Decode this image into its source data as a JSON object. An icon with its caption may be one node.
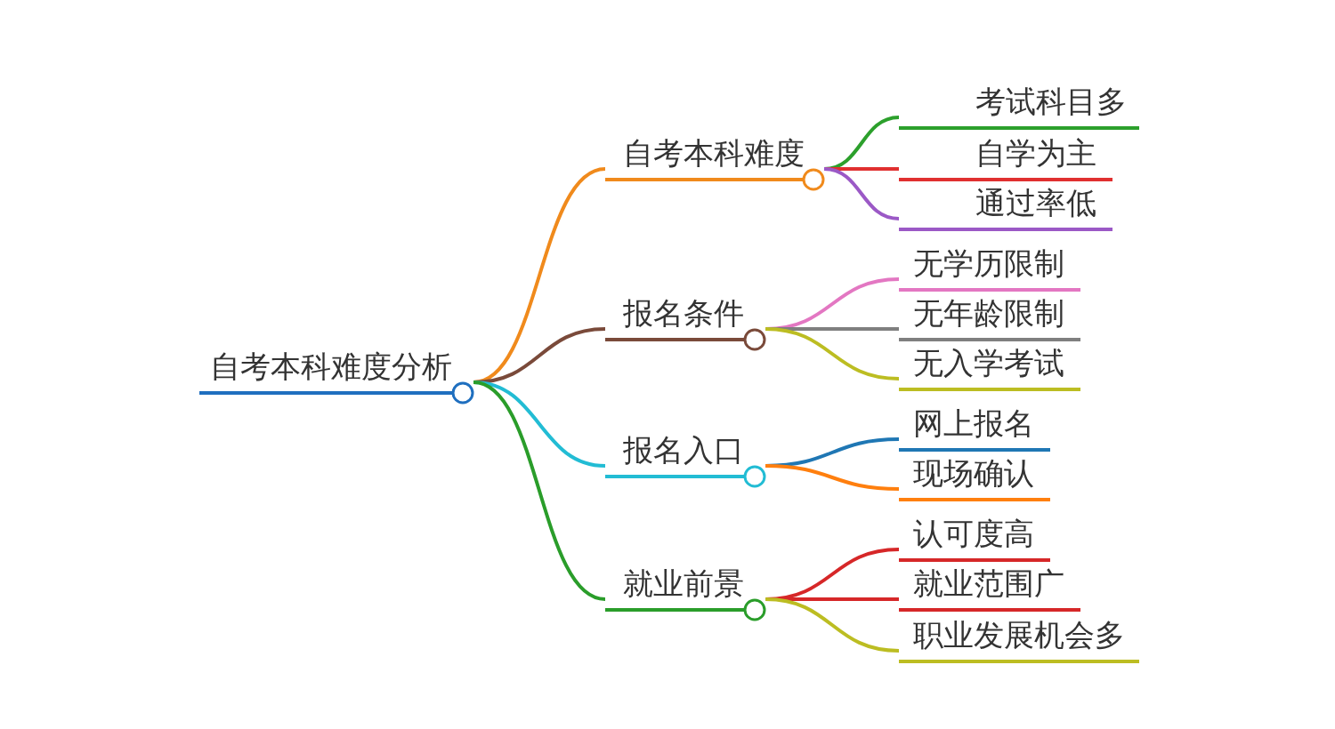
{
  "diagram": {
    "nodes": [
      {
        "text": [
          "自考本科难度分析"
        ]
      },
      {
        "text": [
          "自考本科难度"
        ]
      },
      {
        "text": [
          "报名条件"
        ]
      },
      {
        "text": [
          "报名入口"
        ]
      },
      {
        "text": [
          "就业前景"
        ]
      },
      {
        "text": [
          "考试科目多"
        ]
      },
      {
        "text": [
          "自学为主"
        ]
      },
      {
        "text": [
          "通过率低"
        ]
      },
      {
        "text": [
          "无学历限制"
        ]
      },
      {
        "text": [
          "无年龄限制"
        ]
      },
      {
        "text": [
          "无入学考试"
        ]
      },
      {
        "text": [
          "网上报名"
        ]
      },
      {
        "text": [
          "现场确认"
        ]
      },
      {
        "text": [
          "认可度高"
        ]
      },
      {
        "text": [
          "就业范围广"
        ]
      },
      {
        "text": [
          "职业发展机会多"
        ]
      }
    ],
    "edges": [
      {
        "from": 0,
        "to": 1,
        "arrow": "none",
        "color": "#f08a1c"
      },
      {
        "from": 0,
        "to": 2,
        "arrow": "none",
        "color": "#7a4a3a"
      },
      {
        "from": 0,
        "to": 3,
        "arrow": "none",
        "color": "#22bcd4"
      },
      {
        "from": 0,
        "to": 4,
        "arrow": "none",
        "color": "#2a9d2a"
      },
      {
        "from": 1,
        "to": 5,
        "arrow": "none",
        "color": "#2ca02c"
      },
      {
        "from": 1,
        "to": 6,
        "arrow": "none",
        "color": "#e03030"
      },
      {
        "from": 1,
        "to": 7,
        "arrow": "none",
        "color": "#9b59c6"
      },
      {
        "from": 2,
        "to": 8,
        "arrow": "none",
        "color": "#e377c2"
      },
      {
        "from": 2,
        "to": 9,
        "arrow": "none",
        "color": "#7f7f7f"
      },
      {
        "from": 2,
        "to": 10,
        "arrow": "none",
        "color": "#bcbd22"
      },
      {
        "from": 3,
        "to": 11,
        "arrow": "none",
        "color": "#1f77b4"
      },
      {
        "from": 3,
        "to": 12,
        "arrow": "none",
        "color": "#ff7f0e"
      },
      {
        "from": 4,
        "to": 13,
        "arrow": "none",
        "color": "#d62728"
      },
      {
        "from": 4,
        "to": 14,
        "arrow": "none",
        "color": "#d62728"
      },
      {
        "from": 4,
        "to": 15,
        "arrow": "none",
        "color": "#bcbd22"
      }
    ]
  }
}
